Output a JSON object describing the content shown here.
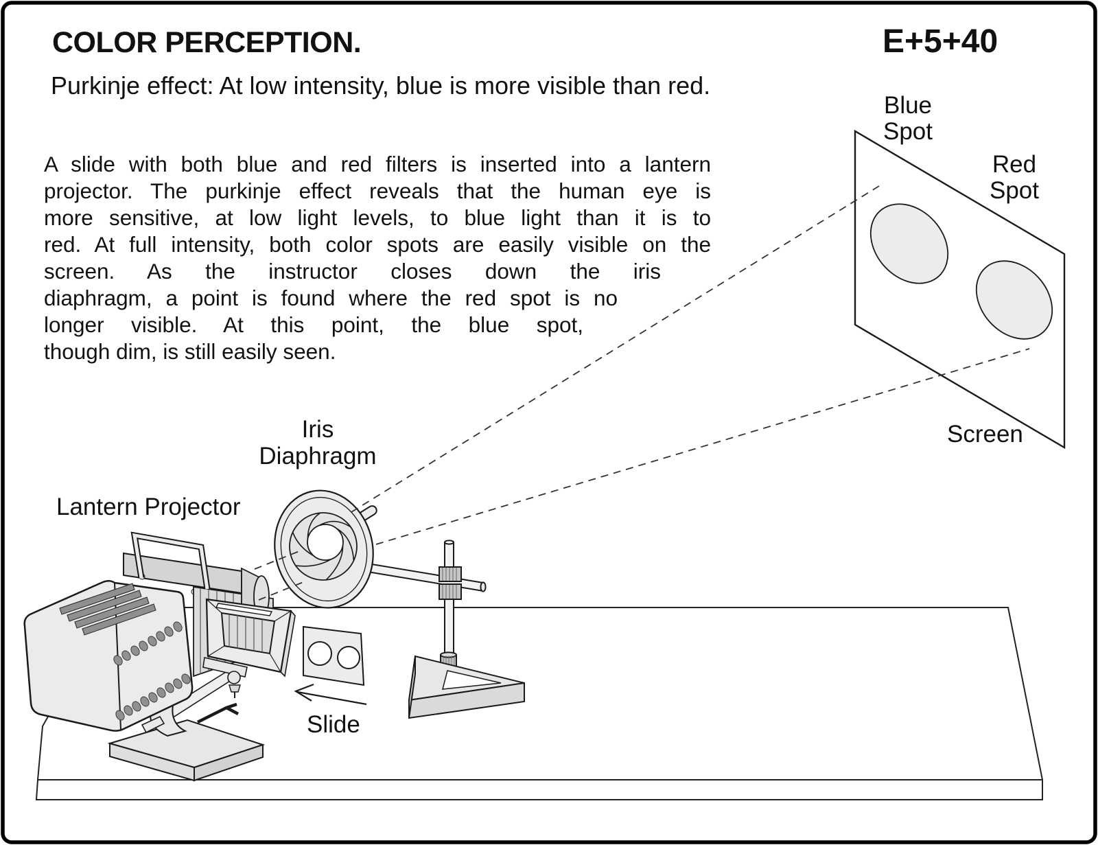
{
  "page": {
    "title": "COLOR PERCEPTION.",
    "code": "E+5+40",
    "subtitle": "Purkinje effect: At low intensity, blue is more visible than red."
  },
  "paragraph": {
    "lines": [
      "A slide with both blue and red filters is inserted into a lantern",
      "projector.  The purkinje effect reveals that the human eye is",
      "more sensitive, at low light levels, to blue light than it is to",
      "red.  At full intensity, both color spots are easily visible on the",
      "screen.   As the instructor closes down the iris",
      "diaphragm, a point is found where the red spot is no",
      "longer visible.  At this point, the blue spot,",
      "though dim, is still easily seen."
    ]
  },
  "labels": {
    "lantern_projector": "Lantern Projector",
    "iris_diaphragm": [
      "Iris",
      "Diaphragm"
    ],
    "slide": "Slide",
    "screen": "Screen",
    "blue_spot": [
      "Blue",
      "Spot"
    ],
    "red_spot": [
      "Red",
      "Spot"
    ]
  },
  "colors": {
    "ink": "#1a1a1a",
    "paper": "#ffffff",
    "fill_light": "#ececec",
    "fill_mid": "#d9d9d9",
    "fill_dark": "#8f8f8f"
  }
}
